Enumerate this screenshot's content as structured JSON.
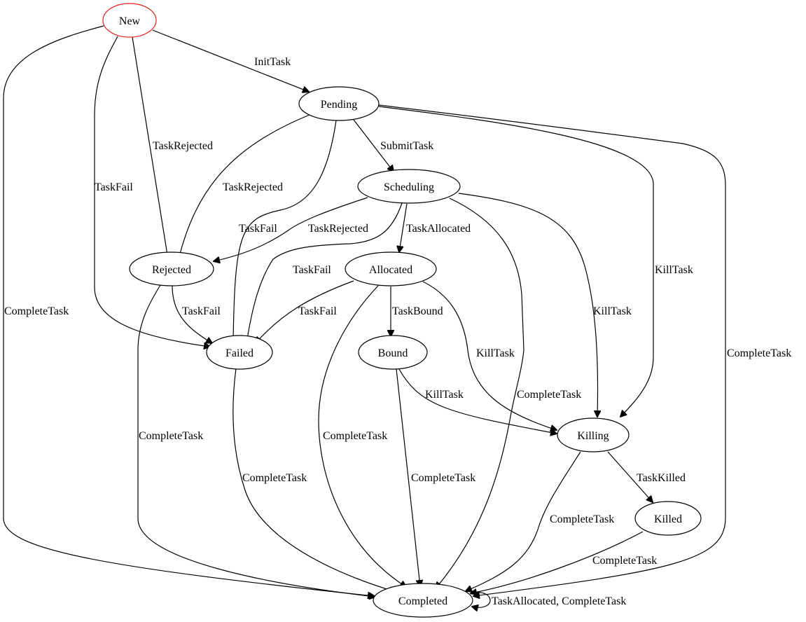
{
  "diagram": {
    "type": "state-machine",
    "start_node_color": "#e0201a",
    "nodes": {
      "new": "New",
      "pending": "Pending",
      "scheduling": "Scheduling",
      "rejected": "Rejected",
      "allocated": "Allocated",
      "failed": "Failed",
      "bound": "Bound",
      "killing": "Killing",
      "killed": "Killed",
      "completed": "Completed"
    },
    "edges": [
      {
        "from": "New",
        "to": "Pending",
        "label": "InitTask"
      },
      {
        "from": "New",
        "to": "Rejected",
        "label": "TaskRejected"
      },
      {
        "from": "New",
        "to": "Failed",
        "label": "TaskFail"
      },
      {
        "from": "New",
        "to": "Completed",
        "label": "CompleteTask"
      },
      {
        "from": "Pending",
        "to": "Scheduling",
        "label": "SubmitTask"
      },
      {
        "from": "Pending",
        "to": "Rejected",
        "label": "TaskRejected"
      },
      {
        "from": "Pending",
        "to": "Failed",
        "label": "TaskFail"
      },
      {
        "from": "Pending",
        "to": "Killing",
        "label": "KillTask"
      },
      {
        "from": "Pending",
        "to": "Completed",
        "label": "CompleteTask"
      },
      {
        "from": "Scheduling",
        "to": "Allocated",
        "label": "TaskAllocated"
      },
      {
        "from": "Scheduling",
        "to": "Rejected",
        "label": "TaskRejected"
      },
      {
        "from": "Scheduling",
        "to": "Failed",
        "label": "TaskFail"
      },
      {
        "from": "Scheduling",
        "to": "Killing",
        "label": "KillTask"
      },
      {
        "from": "Scheduling",
        "to": "Completed",
        "label": "CompleteTask"
      },
      {
        "from": "Rejected",
        "to": "Failed",
        "label": "TaskFail"
      },
      {
        "from": "Rejected",
        "to": "Completed",
        "label": "CompleteTask"
      },
      {
        "from": "Allocated",
        "to": "Bound",
        "label": "TaskBound"
      },
      {
        "from": "Allocated",
        "to": "Failed",
        "label": "TaskFail"
      },
      {
        "from": "Allocated",
        "to": "Killing",
        "label": "KillTask"
      },
      {
        "from": "Allocated",
        "to": "Completed",
        "label": "CompleteTask"
      },
      {
        "from": "Failed",
        "to": "Completed",
        "label": "CompleteTask"
      },
      {
        "from": "Bound",
        "to": "Killing",
        "label": "KillTask"
      },
      {
        "from": "Bound",
        "to": "Completed",
        "label": "CompleteTask"
      },
      {
        "from": "Killing",
        "to": "Killed",
        "label": "TaskKilled"
      },
      {
        "from": "Killing",
        "to": "Completed",
        "label": "CompleteTask"
      },
      {
        "from": "Killed",
        "to": "Completed",
        "label": "CompleteTask"
      },
      {
        "from": "Completed",
        "to": "Completed",
        "label": "TaskAllocated, CompleteTask"
      }
    ]
  }
}
